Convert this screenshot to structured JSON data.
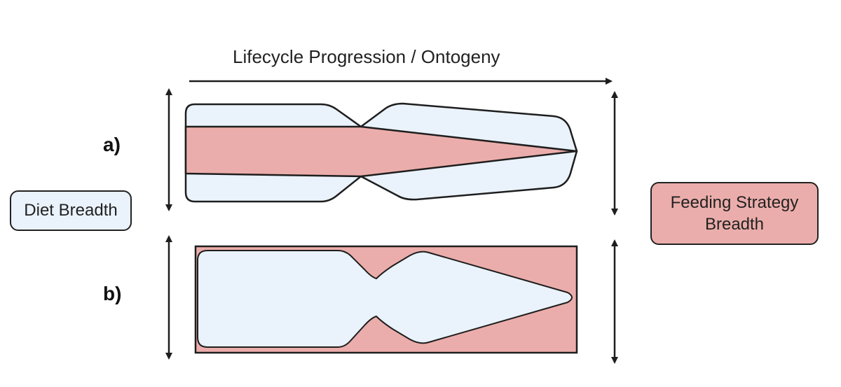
{
  "title": "Lifecycle Progression / Ontogeny",
  "panels": [
    {
      "label": "a)"
    },
    {
      "label": "b)"
    }
  ],
  "legend": {
    "diet": {
      "label": "Diet Breadth",
      "color": "#eaf2fb"
    },
    "feeding": {
      "label_line1": "Feeding Strategy",
      "label_line2": "Breadth",
      "color": "#ebadab"
    }
  },
  "colors": {
    "diet_fill": "#eaf2fb",
    "feeding_fill": "#ebadab",
    "stroke": "#1e1e1e"
  }
}
